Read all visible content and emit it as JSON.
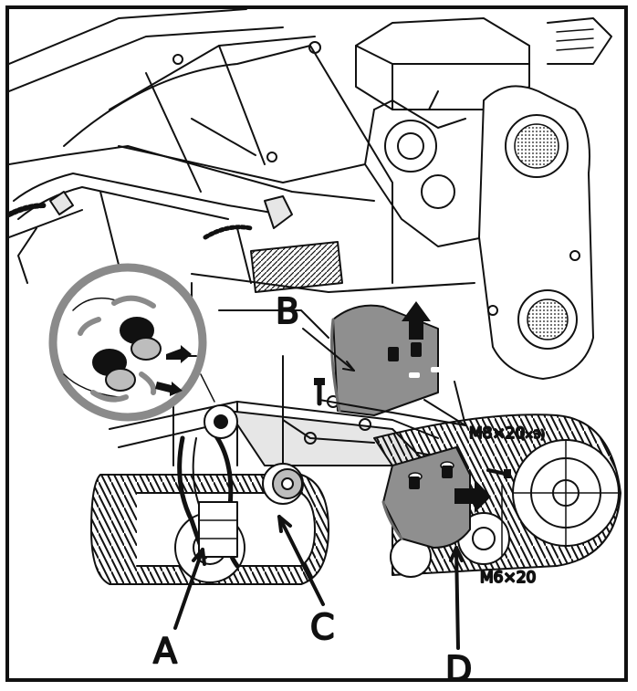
{
  "labels": {
    "a": "A",
    "b": "B",
    "c": "C",
    "d": "D"
  },
  "fasteners": {
    "m8": "M8×20",
    "m8_qty": "(×3)",
    "m6": "M6×20"
  },
  "colors": {
    "line": "#111111",
    "cover": "#8f8f8f",
    "cover_dark": "#6d6d6d",
    "light_fill": "#e6e6e6",
    "mid_fill": "#bdbdbd",
    "inset_ring": "#8a8a8a"
  },
  "icons": [
    "arrow-up-icon",
    "arrow-right-icon",
    "rotate-arrows-icon"
  ]
}
